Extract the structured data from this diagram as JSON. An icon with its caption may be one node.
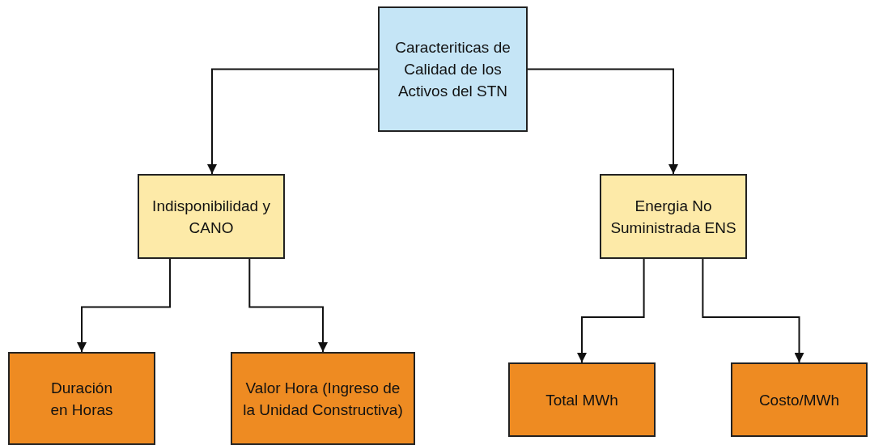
{
  "diagram": {
    "nodes": [
      {
        "text": [
          "Caracteriticas de Calidad de los Activos del STN"
        ]
      },
      {
        "text": [
          "Indisponibilidad y CANO"
        ]
      },
      {
        "text": [
          "Energia No Suministrada ENS"
        ]
      },
      {
        "text": [
          "Duración en Horas"
        ]
      },
      {
        "text": [
          "Valor Hora (Ingreso de la Unidad Constructiva)"
        ]
      },
      {
        "text": [
          "Total MWh"
        ]
      },
      {
        "text": [
          "Costo/MWh"
        ]
      }
    ],
    "edges": [
      {
        "from": 0,
        "to": 1,
        "arrow": "to"
      },
      {
        "from": 0,
        "to": 2,
        "arrow": "to"
      },
      {
        "from": 1,
        "to": 3,
        "arrow": "to"
      },
      {
        "from": 1,
        "to": 4,
        "arrow": "to"
      },
      {
        "from": 2,
        "to": 5,
        "arrow": "to"
      },
      {
        "from": 2,
        "to": 6,
        "arrow": "to"
      }
    ]
  }
}
